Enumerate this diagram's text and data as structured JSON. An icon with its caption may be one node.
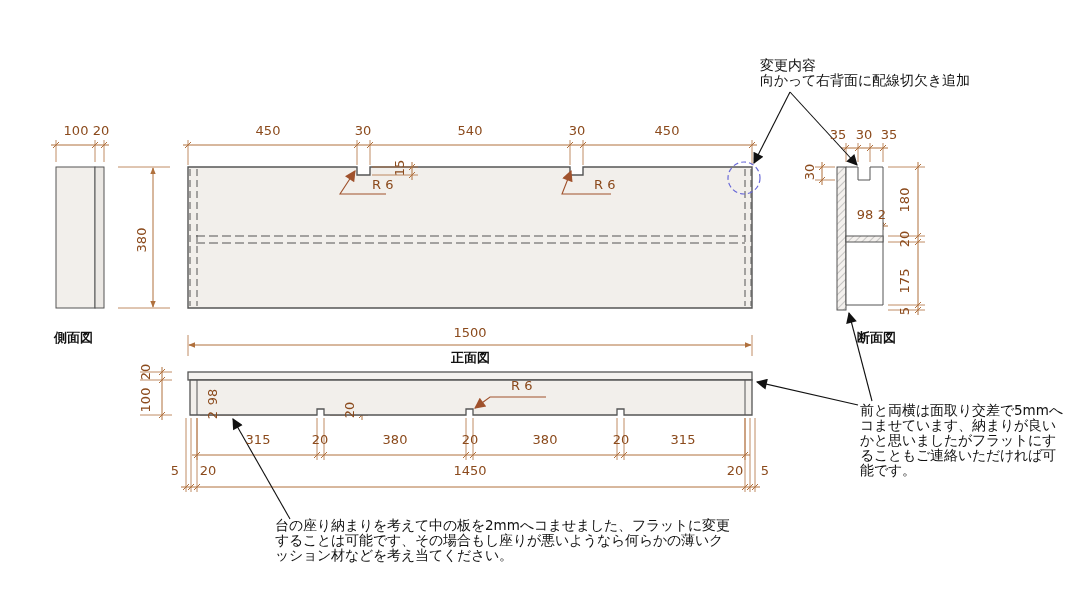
{
  "diagram": {
    "nodes": [
      {
        "text": [
          "変更内容",
          "向かって右背面に配線切欠き追加"
        ]
      },
      {
        "text": [],
        "shape": "circle"
      },
      {
        "text": [],
        "shape": "picture"
      },
      {
        "text": [
          "前と両横は面取り交差で5mmへコませています、納まりが良いかと思いましたがフラットにすることもご連絡いただければ可能です。"
        ]
      },
      {
        "text": [],
        "shape": "picture"
      },
      {
        "text": [
          "台の座り納まりを考えて中の板を2mmへコませました、フラットに変更することは可能です、その場合もし座りが悪いようなら何らかの薄いクッション材などを考え当てください。"
        ]
      },
      {
        "text": [
          "R 6"
        ]
      },
      {
        "text": [
          "R 6"
        ]
      },
      {
        "text": [
          "R 6"
        ],
        "in": 4
      }
    ],
    "edges": [
      {
        "from": 0,
        "to": 1,
        "arrow": "to"
      },
      {
        "from": 0,
        "to": 2,
        "arrow": "to"
      },
      {
        "from": 3,
        "to": 4,
        "arrow": "to"
      },
      {
        "from": 3,
        "to": 2,
        "arrow": "to"
      },
      {
        "from": 5,
        "to": 4,
        "arrow": "to"
      },
      {
        "from": 6,
        "to": null,
        "arrow": "to",
        "color": "#a0522d"
      },
      {
        "from": 7,
        "to": null,
        "arrow": "to",
        "color": "#a0522d"
      },
      {
        "from": 8,
        "to": 4,
        "arrow": "to",
        "color": "#a0522d"
      }
    ],
    "labels": [
      "100",
      "20",
      "450",
      "30",
      "540",
      "30",
      "450",
      "35",
      "30",
      "35",
      "15",
      "30",
      "180",
      "98",
      "2",
      "20",
      "380",
      "175",
      "5",
      "側面図",
      "断面図",
      "1500",
      "正面図",
      "20",
      "100",
      "98",
      "2",
      "20",
      "315",
      "20",
      "380",
      "20",
      "380",
      "20",
      "315",
      "5",
      "20",
      "1450",
      "20",
      "5"
    ]
  }
}
